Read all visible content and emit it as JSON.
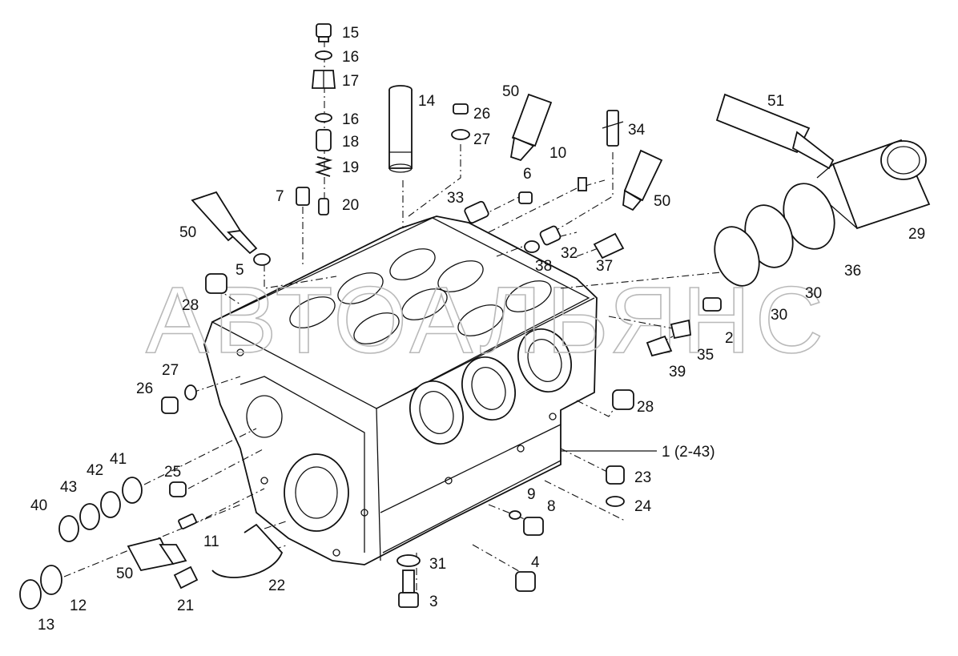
{
  "watermark": "АВТОАЛЬЯНС",
  "callouts": {
    "c1": "1 (2-43)",
    "c2": "2",
    "c3": "3",
    "c4": "4",
    "c5": "5",
    "c6": "6",
    "c7": "7",
    "c8": "8",
    "c9": "9",
    "c10": "10",
    "c11": "11",
    "c12": "12",
    "c13": "13",
    "c14": "14",
    "c15": "15",
    "c16a": "16",
    "c16b": "16",
    "c17": "17",
    "c18": "18",
    "c19": "19",
    "c20": "20",
    "c21": "21",
    "c22": "22",
    "c23": "23",
    "c24": "24",
    "c25": "25",
    "c26a": "26",
    "c26b": "26",
    "c27a": "27",
    "c27b": "27",
    "c28a": "28",
    "c28b": "28",
    "c29": "29",
    "c30a": "30",
    "c30b": "30",
    "c31": "31",
    "c32": "32",
    "c33": "33",
    "c34": "34",
    "c35": "35",
    "c36": "36",
    "c37": "37",
    "c38": "38",
    "c39": "39",
    "c40": "40",
    "c41": "41",
    "c42": "42",
    "c43": "43",
    "c50a": "50",
    "c50b": "50",
    "c50c": "50",
    "c50d": "50",
    "c51": "51"
  }
}
